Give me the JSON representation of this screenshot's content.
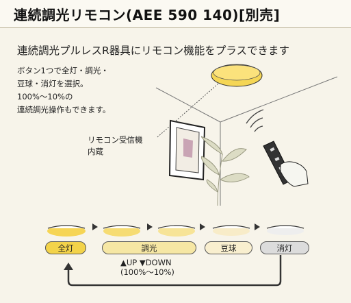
{
  "header": {
    "title": "連続調光リモコン(AEE 590 140)[別売]"
  },
  "subtitle": "連続調光プルレスR器具にリモコン機能をプラスできます",
  "description": {
    "lines": [
      "ボタン1つで全灯・調光・",
      "豆球・消灯を選択。",
      "100%〜10%の",
      "連続調光操作もできます。"
    ]
  },
  "callout": {
    "lines": [
      "リモコン受信機",
      "内蔵"
    ]
  },
  "modes": [
    {
      "label": "全灯",
      "color": "#f3d34a"
    },
    {
      "label": "調光",
      "color": "#f6e7a4"
    },
    {
      "label": "豆球",
      "color": "#f9efcf"
    },
    {
      "label": "消灯",
      "color": "#dcdcdc"
    }
  ],
  "dimming": {
    "up": "▲UP",
    "down": "▼DOWN",
    "range": "(100%〜10%)"
  },
  "colors": {
    "background": "#f7f4ea",
    "lamp_glow": "#f6d656",
    "rule": "#bdb49a"
  }
}
